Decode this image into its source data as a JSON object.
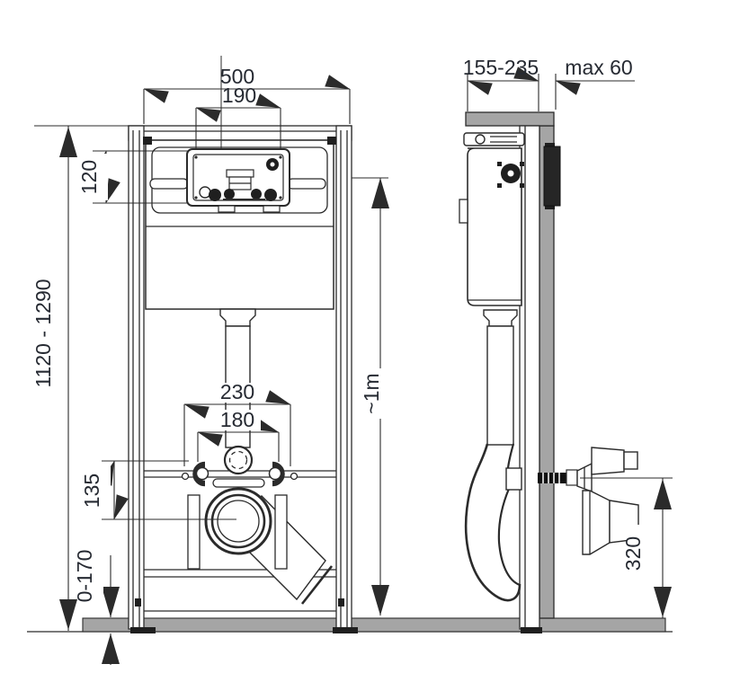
{
  "drawing": {
    "front_view": {
      "dimensions": {
        "frame_width": "500",
        "plate_opening_width": "190",
        "plate_opening_height": "120",
        "install_height_range": "1120 - 1290",
        "bolt_spacing_outer": "230",
        "bolt_spacing_inner": "180",
        "flush_to_drain_offset": "135",
        "foot_adjust_range": "0-170",
        "plate_center_height": "~1m"
      }
    },
    "side_view": {
      "dimensions": {
        "frame_depth_range": "155-235",
        "wall_offset_max": "max 60",
        "outlet_height": "320"
      }
    },
    "colors": {
      "line": "#2b2b2b",
      "dimension_text": "#262a32",
      "masonry_gray": "#a5a5a5",
      "dark_fitting": "#1f1f1f",
      "background": "#ffffff"
    }
  }
}
